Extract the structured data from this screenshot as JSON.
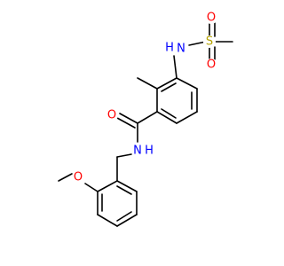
{
  "molecule": {
    "atoms": [
      {
        "id": "S",
        "label": "S",
        "color": "#b5a300"
      },
      {
        "id": "O_s_top",
        "label": "O",
        "color": "#ff0000"
      },
      {
        "id": "O_s_bottom",
        "label": "O",
        "color": "#ff0000"
      },
      {
        "id": "N_sulfonamide",
        "label": "N",
        "color": "#0000ff"
      },
      {
        "id": "H_sulfonamide",
        "label": "H",
        "color": "#0000ff"
      },
      {
        "id": "O_carbonyl",
        "label": "O",
        "color": "#ff0000"
      },
      {
        "id": "N_amide",
        "label": "N",
        "color": "#0000ff"
      },
      {
        "id": "H_amide",
        "label": "H",
        "color": "#0000ff"
      },
      {
        "id": "O_methoxy",
        "label": "O",
        "color": "#ff0000"
      }
    ]
  }
}
